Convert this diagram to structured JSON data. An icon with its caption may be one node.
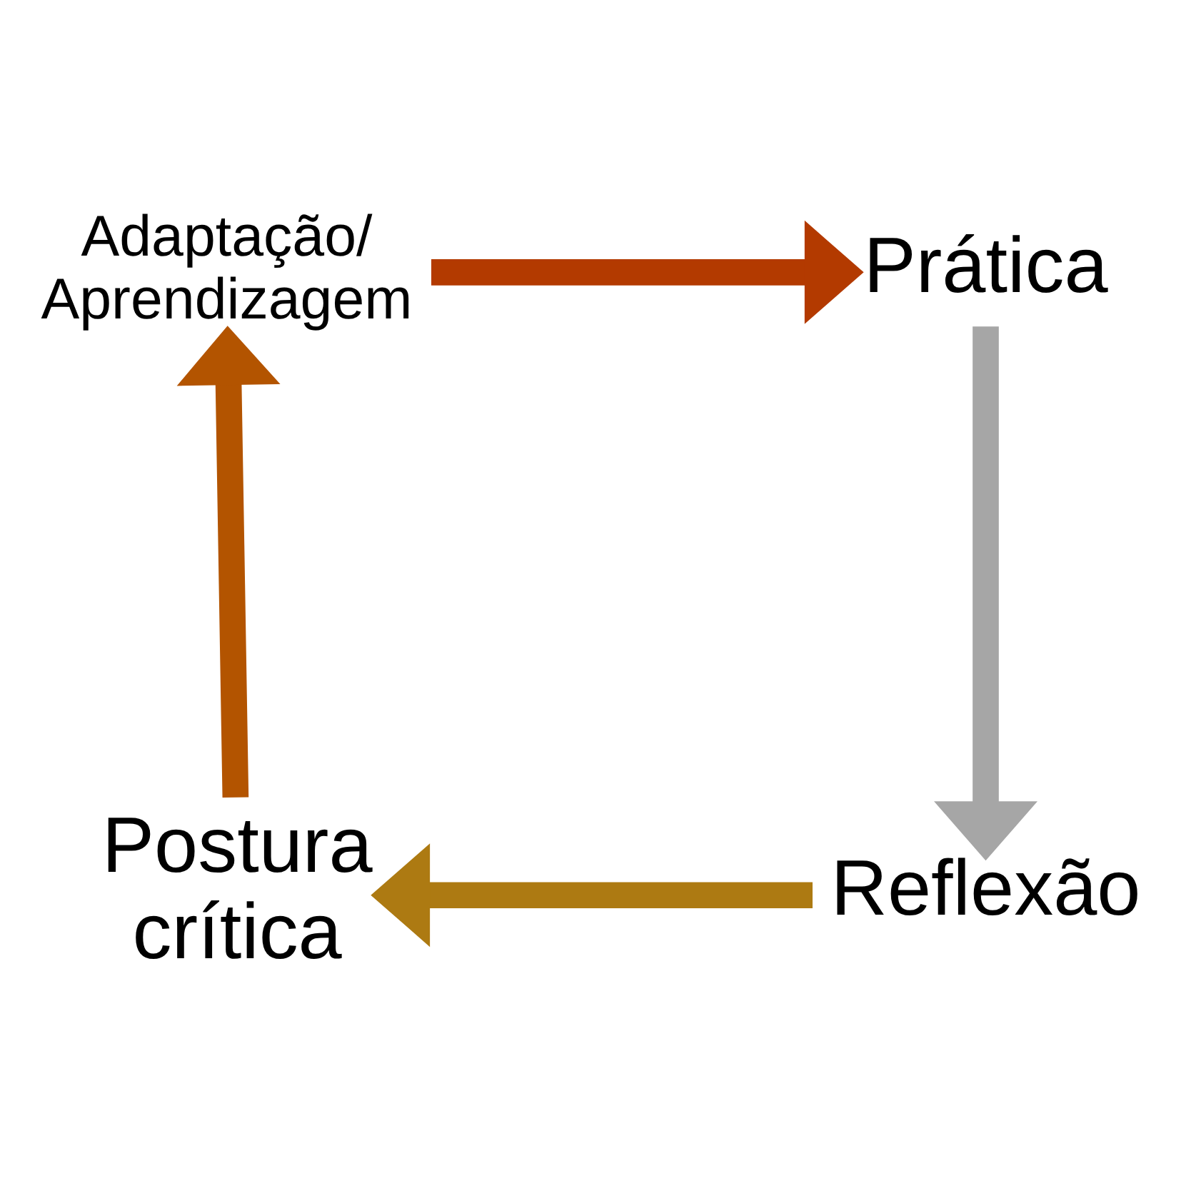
{
  "diagram": {
    "nodes": [
      {
        "text": [
          "Adaptação/ Aprendizagem"
        ]
      },
      {
        "text": [
          "Prática"
        ]
      },
      {
        "text": [
          "Reflexão"
        ]
      },
      {
        "text": [
          "Postura crítica"
        ]
      }
    ],
    "edges": [
      {
        "from": 0,
        "to": 1,
        "arrow": "to",
        "color": "#b33a00"
      },
      {
        "from": 1,
        "to": 2,
        "arrow": "to",
        "color": "#a6a6a6"
      },
      {
        "from": 2,
        "to": 3,
        "arrow": "to",
        "color": "#ad7a12"
      },
      {
        "from": 3,
        "to": 0,
        "arrow": "to",
        "color": "#b35400"
      }
    ]
  }
}
